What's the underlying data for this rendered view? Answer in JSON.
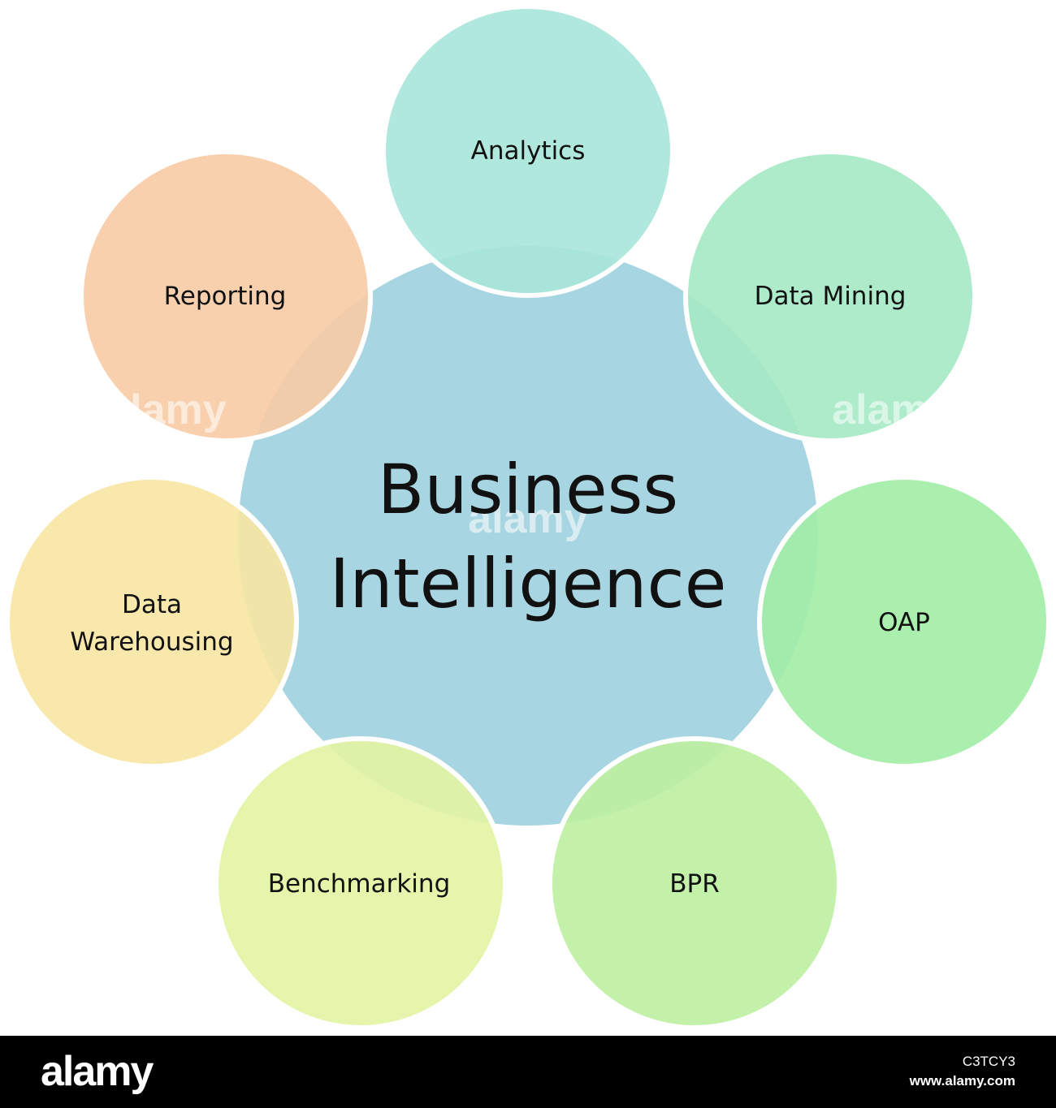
{
  "diagram": {
    "center": {
      "line1": "Business",
      "line2": "Intelligence",
      "color": "#a8d5e2"
    },
    "nodes": [
      {
        "label": "Analytics",
        "color": "#a8e6d9"
      },
      {
        "label": "Data Mining",
        "color": "#a4e9c4"
      },
      {
        "label": "OAP",
        "color": "#a2eda6"
      },
      {
        "label": "BPR",
        "color": "#bdf0a0"
      },
      {
        "label": "Benchmarking",
        "color": "#e2f4a2"
      },
      {
        "label": "Data Warehousing",
        "line1": "Data",
        "line2": "Warehousing",
        "color": "#f8e6a2"
      },
      {
        "label": "Reporting",
        "color": "#f8cba5"
      }
    ]
  },
  "watermark": {
    "brand": "alamy",
    "image_id": "C3TCY3",
    "url": "www.alamy.com"
  }
}
